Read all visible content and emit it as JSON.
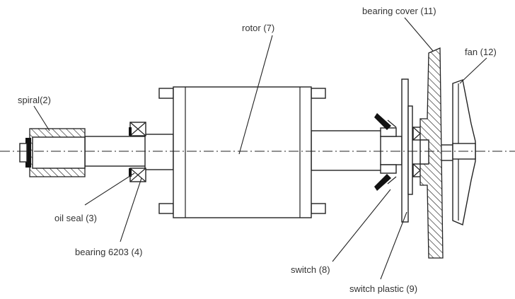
{
  "labels": {
    "spiral": "spiral(2)",
    "oil_seal": "oil seal (3)",
    "bearing_6203": "bearing 6203 (4)",
    "rotor": "rotor (7)",
    "switch": "switch (8)",
    "switch_plastic": "switch plastic (9)",
    "bearing_cover": "bearing cover (11)",
    "fan": "fan (12)"
  }
}
